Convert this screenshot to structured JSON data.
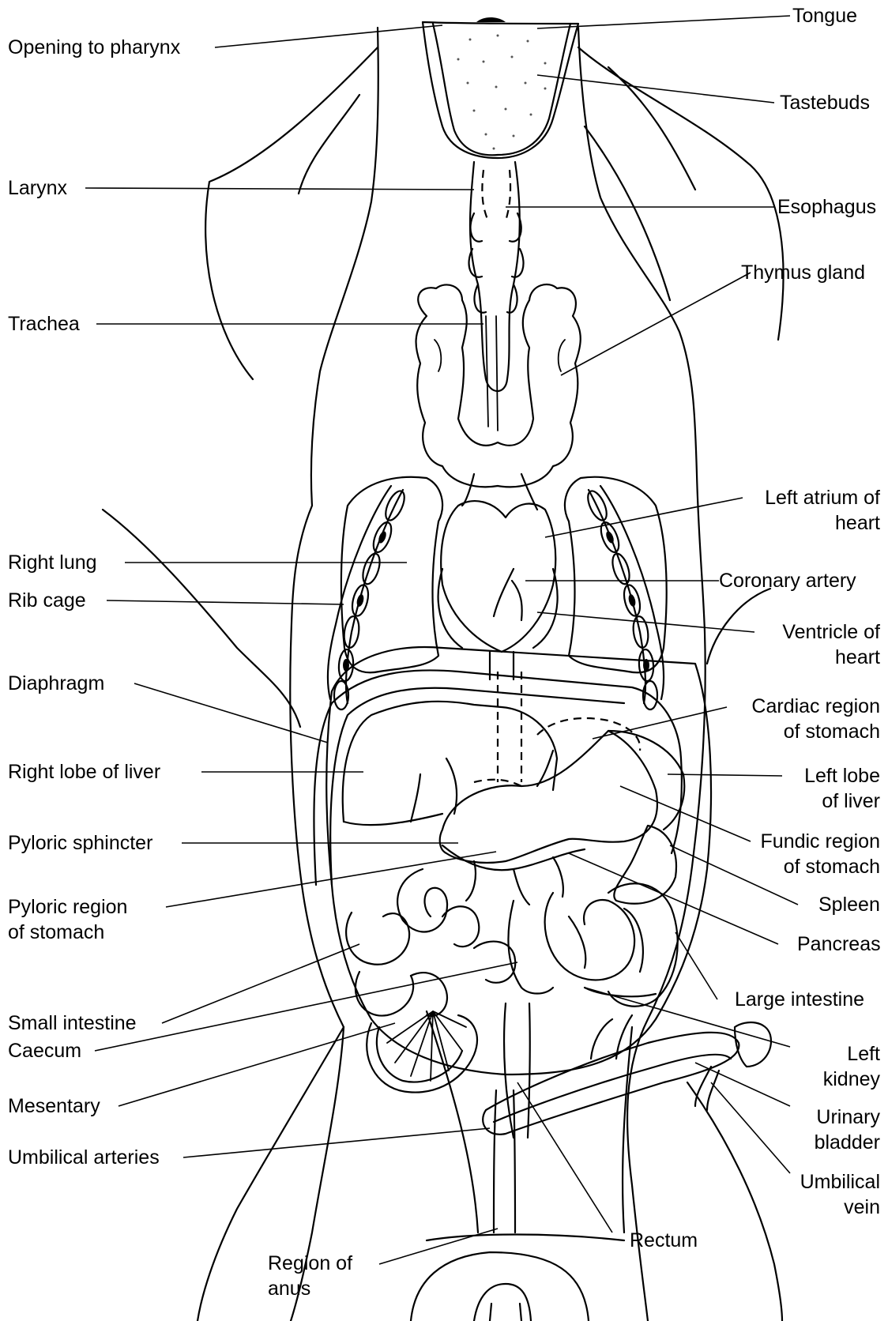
{
  "labels": {
    "tongue": "Tongue",
    "opening_to_pharynx": "Opening to pharynx",
    "tastebuds": "Tastebuds",
    "larynx": "Larynx",
    "esophagus": "Esophagus",
    "thymus_gland": "Thymus gland",
    "trachea": "Trachea",
    "left_atrium_1": "Left atrium of",
    "left_atrium_2": "heart",
    "right_lung": "Right lung",
    "coronary_artery": "Coronary artery",
    "rib_cage": "Rib cage",
    "ventricle_1": "Ventricle of",
    "ventricle_2": "heart",
    "diaphragm": "Diaphragm",
    "cardiac_1": "Cardiac region",
    "cardiac_2": "of stomach",
    "right_lobe_liver": "Right lobe of liver",
    "left_lobe_1": "Left lobe",
    "left_lobe_2": "of liver",
    "pyloric_sphincter": "Pyloric sphincter",
    "fundic_1": "Fundic region",
    "fundic_2": "of stomach",
    "pyloric_region_1": "Pyloric region",
    "pyloric_region_2": "of stomach",
    "spleen": "Spleen",
    "pancreas": "Pancreas",
    "small_intestine": "Small intestine",
    "large_intestine": "Large intestine",
    "caecum": "Caecum",
    "left_kidney_1": "Left",
    "left_kidney_2": "kidney",
    "mesentary": "Mesentary",
    "urinary_bladder_1": "Urinary",
    "urinary_bladder_2": "bladder",
    "umbilical_arteries": "Umbilical arteries",
    "umbilical_vein_1": "Umbilical",
    "umbilical_vein_2": "vein",
    "rectum": "Rectum",
    "region_of_anus_1": "Region of",
    "region_of_anus_2": "anus"
  }
}
